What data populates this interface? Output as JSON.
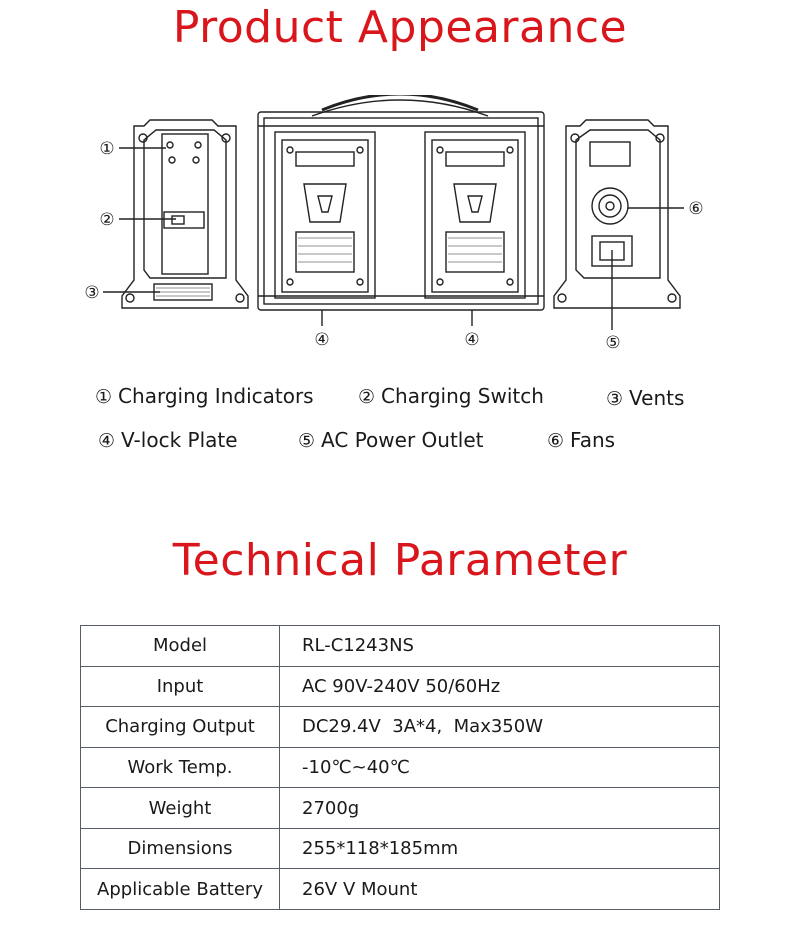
{
  "appearance": {
    "title": "Product Appearance",
    "callouts": {
      "c1": "①",
      "c2": "②",
      "c3": "③",
      "c4a": "④",
      "c4b": "④",
      "c5": "⑤",
      "c6": "⑥"
    },
    "legend": [
      {
        "num": "①",
        "label": "Charging Indicators"
      },
      {
        "num": "②",
        "label": "Charging Switch"
      },
      {
        "num": "③",
        "label": "Vents"
      },
      {
        "num": "④",
        "label": "V-lock Plate"
      },
      {
        "num": "⑤",
        "label": "AC Power Outlet"
      },
      {
        "num": "⑥",
        "label": "Fans"
      }
    ]
  },
  "technical": {
    "title": "Technical Parameter",
    "rows": [
      {
        "key": "Model",
        "value": "RL-C1243NS"
      },
      {
        "key": "Input",
        "value": "AC 90V-240V 50/60Hz"
      },
      {
        "key": "Charging Output",
        "value": "DC29.4V  3A*4,  Max350W"
      },
      {
        "key": "Work Temp.",
        "value": "-10℃~40℃"
      },
      {
        "key": "Weight",
        "value": "2700g"
      },
      {
        "key": "Dimensions",
        "value": "255*118*185mm"
      },
      {
        "key": "Applicable Battery",
        "value": "26V V Mount"
      }
    ]
  },
  "colors": {
    "heading": "#d9161c",
    "line": "#222222",
    "border": "#555c66"
  }
}
